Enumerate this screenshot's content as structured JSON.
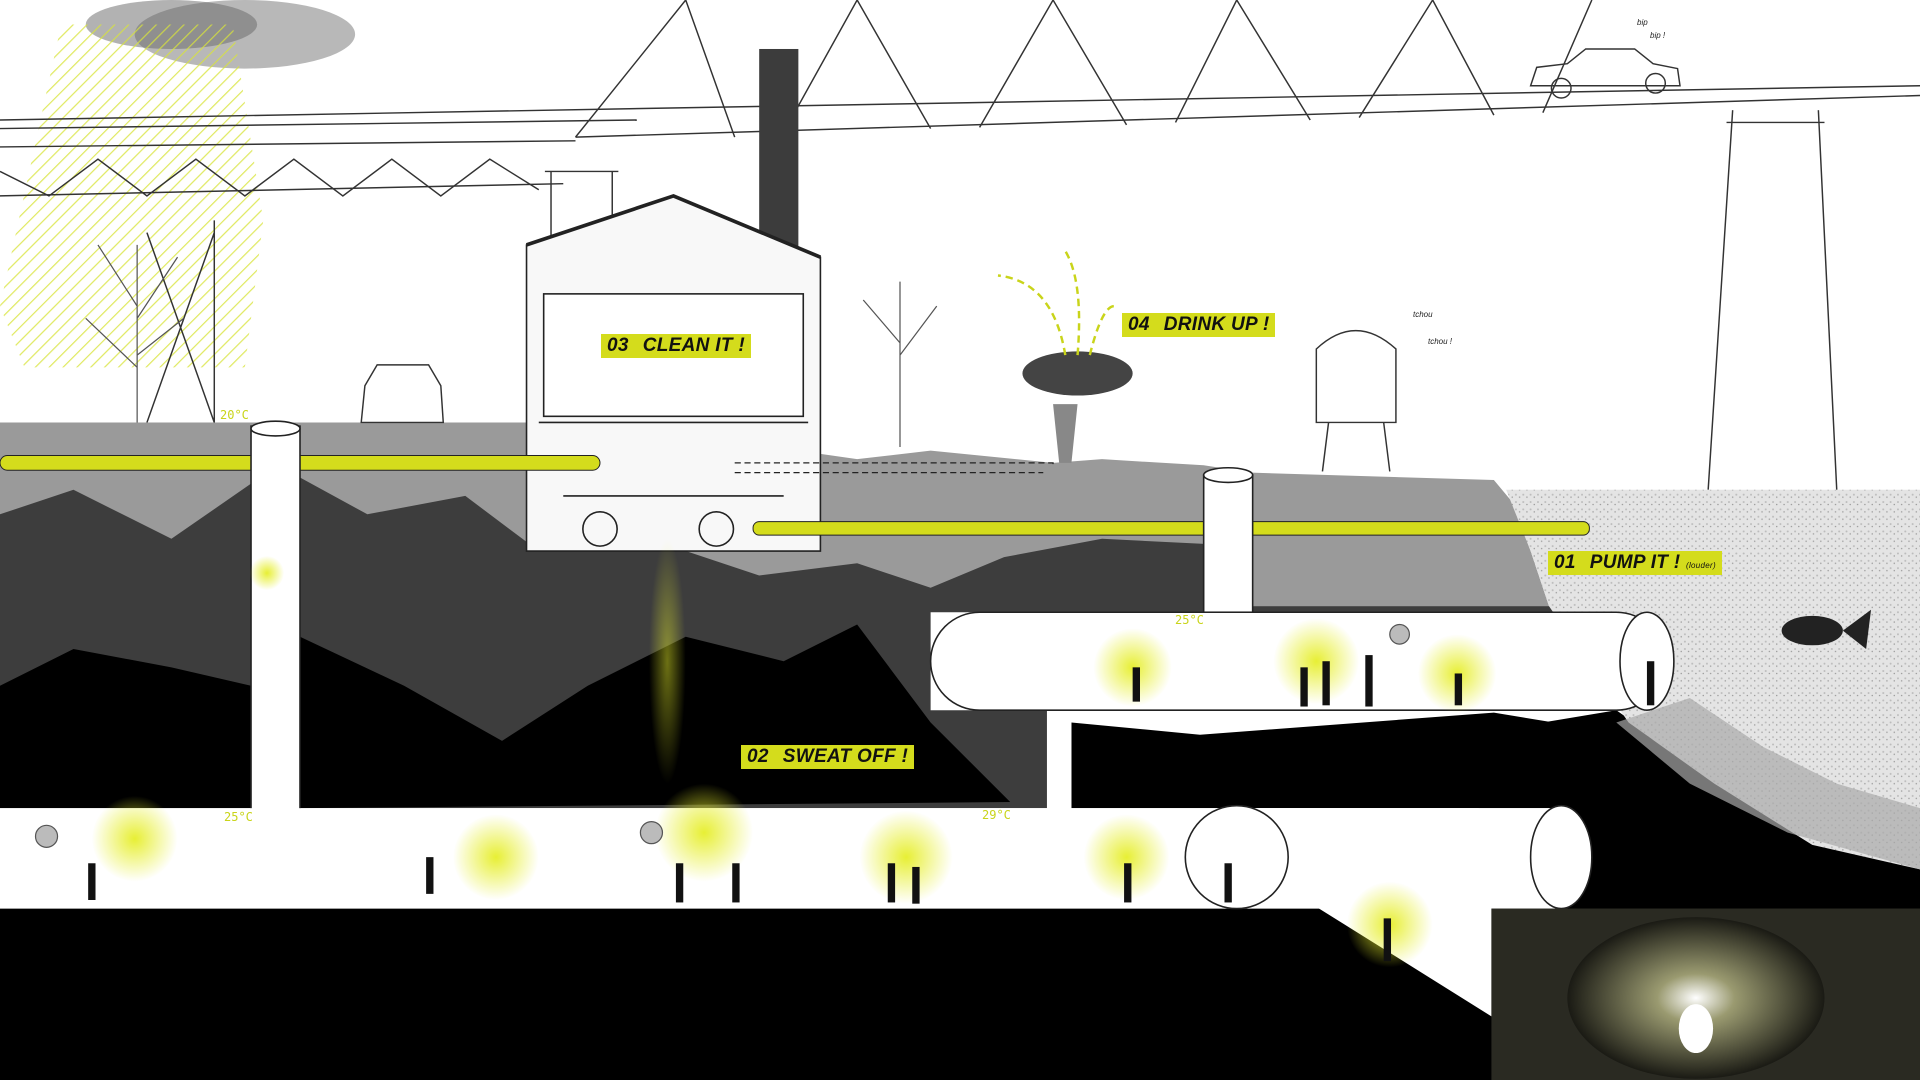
{
  "labels": {
    "pump": {
      "number": "01",
      "text": "PUMP IT !",
      "note": "(louder)"
    },
    "sweat": {
      "number": "02",
      "text": "SWEAT OFF !"
    },
    "clean": {
      "number": "03",
      "text": "CLEAN IT !"
    },
    "drink": {
      "number": "04",
      "text": "DRINK UP !"
    }
  },
  "temperatures": {
    "surface": "20°C",
    "upper_pipe": "25°C",
    "lower_left": "25°C",
    "lower_mid": "29°C"
  },
  "sounds": {
    "car_1": "bip",
    "car_2": "bip !",
    "train_1": "tchou",
    "train_2": "tchou !"
  },
  "colors": {
    "accent": "#d4dc1c",
    "ground": "#8a8a8a",
    "rock": "#3a3a3a",
    "void": "#000000"
  }
}
